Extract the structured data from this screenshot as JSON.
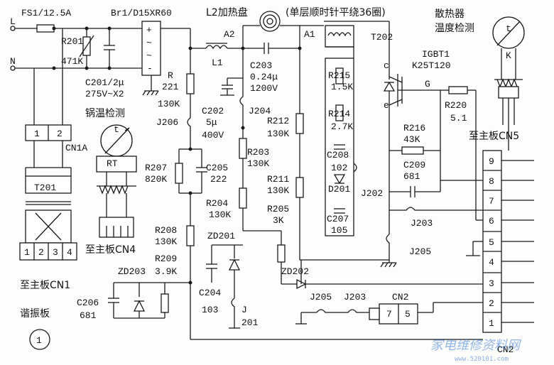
{
  "labels": {
    "fuse": "FS1/12.5A",
    "L": "L",
    "N": "N",
    "bridge": "Br1/D15XR60",
    "l2_coil": "L2加热盘",
    "winding_note": "(单层顺时针平绕36圈)",
    "sink_sensor": [
      "散热器",
      "温度检测"
    ],
    "A2": "A2",
    "A1": "A1",
    "L1": "L1",
    "T202": "T202",
    "R201": "R201",
    "R201_val": "471K",
    "C201": "C201/2μ",
    "C201_val": "275V~X2",
    "R221": "R",
    "R221_id": "221",
    "R221_val": "130K",
    "J206": "J206",
    "C203": "C203",
    "C203_v1": "0.24μ",
    "C203_v2": "1200V",
    "C202": "C202",
    "C202_v1": "5μ",
    "C202_v2": "400V",
    "J204": "J204",
    "R212": "R212",
    "R212_val": "130K",
    "R203": "R203",
    "R203_val": "130K",
    "R211": "R211",
    "R211_val": "130K",
    "R204": "R204",
    "R204_val": "130K",
    "R205": "R205",
    "R205_val": "3K",
    "R215": "R215",
    "R215_val": "1.5K",
    "R214": "R214",
    "R214_val": "2.7K",
    "C208": "C208",
    "C208_val": "102",
    "D201": "D201",
    "C207": "C207",
    "C207_val": "105",
    "IGBT": "IGBT1",
    "IGBT_part": "K25T120",
    "c": "c",
    "e": "e",
    "G": "G",
    "R220": "R220",
    "R220_val": "5.1",
    "R216": "R216",
    "R216_val": "43K",
    "C209": "C209",
    "C209_val": "681",
    "J202": "J202",
    "J203": "J203",
    "J205": "J205",
    "K": "K",
    "t": "t",
    "CN5": "至主板CN5",
    "pot_temp": "锅温检测",
    "RT": "RT",
    "CN4": "至主板CN4",
    "R207": "R207",
    "R207_val": "820K",
    "C205": "C205",
    "C205_val": "222",
    "R208": "R208",
    "R208_val": "130K",
    "R209": "R209",
    "R209_val": "3.9K",
    "ZD201": "ZD201",
    "ZD202": "ZD202",
    "ZD203": "ZD203",
    "C204": "C204",
    "C204_val": "103",
    "J201_a": "J",
    "J201_b": "201",
    "C206": "C206",
    "C206_val": "681",
    "CN1A": "CN1A",
    "T201": "T201",
    "CN1": "至主板CN1",
    "resonance": "谐振板",
    "circle_num": "1",
    "CN2": "CN2",
    "CN2_bottom": "CN2",
    "cn1a_pins": [
      "1",
      "2"
    ],
    "cn1_pins": [
      "1",
      "2",
      "3",
      "4"
    ],
    "cn2_small_pins": [
      "7",
      "5"
    ],
    "right_pins": [
      "9",
      "8",
      "7",
      "6",
      "5",
      "4",
      "3",
      "2",
      "1"
    ],
    "watermark": "家电维修资料网",
    "watermark_url": "www.520101.com"
  }
}
